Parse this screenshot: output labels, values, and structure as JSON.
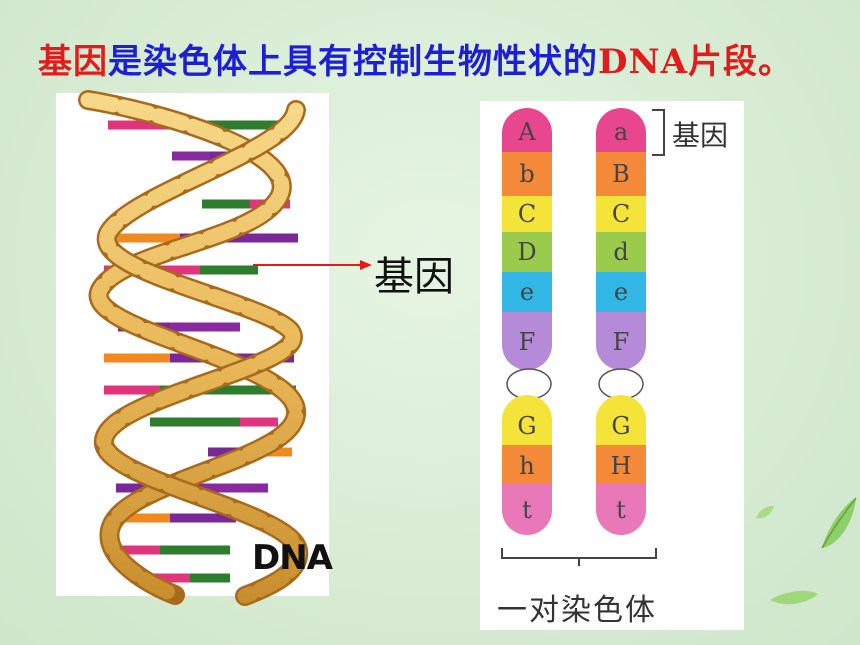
{
  "title": {
    "part1": "基因",
    "part2": "是染色体上具有控制生物性状的",
    "part3": "DNA",
    "part4": "片段。"
  },
  "dna_label": "DNA",
  "gene_label": "基因",
  "gene_top_label": "基因",
  "pair_label": "一对染色体",
  "chromosome_left": [
    "A",
    "b",
    "C",
    "D",
    "e",
    "F",
    "G",
    "h",
    "t"
  ],
  "chromosome_right": [
    "a",
    "B",
    "C",
    "d",
    "e",
    "F",
    "G",
    "H",
    "t"
  ],
  "colors": {
    "red": "#e21b1b",
    "blue": "#1c1fd6",
    "bg": "#d9eed6"
  }
}
